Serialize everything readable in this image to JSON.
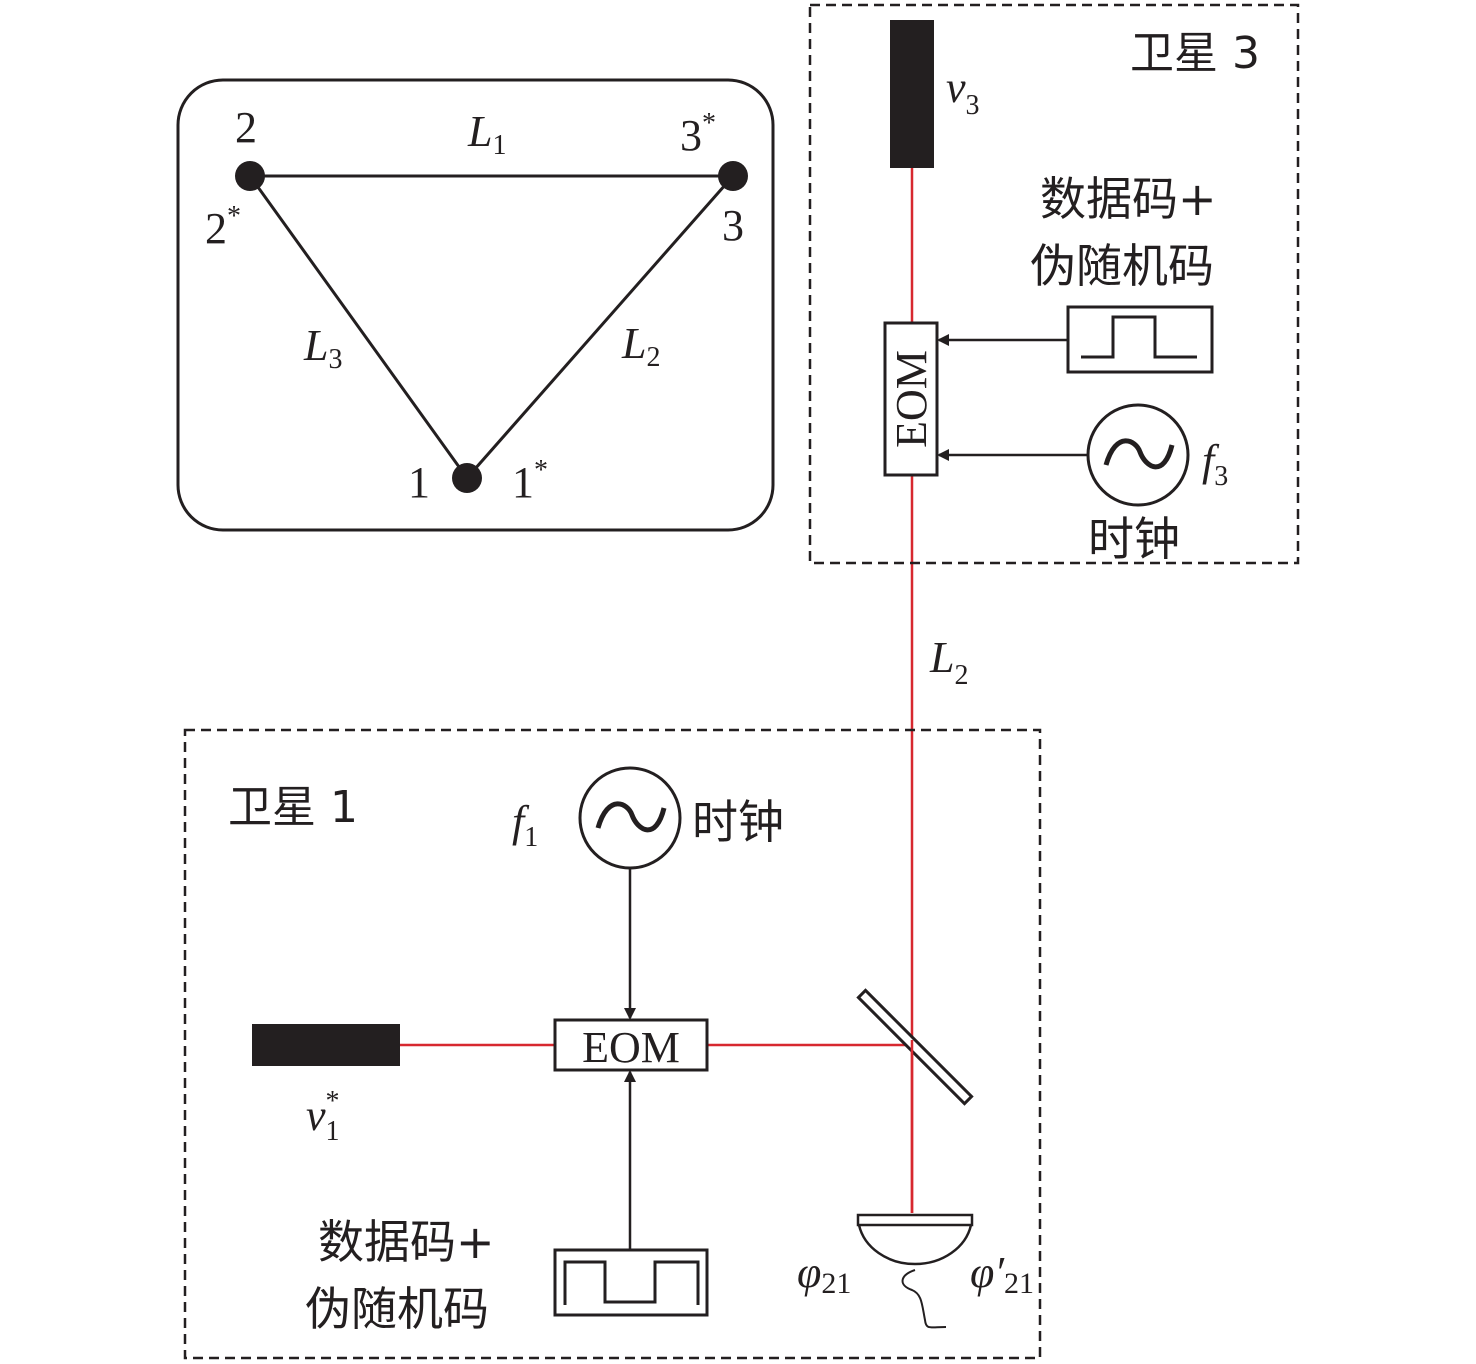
{
  "topology": {
    "links": [
      {
        "label": "L",
        "sub": "1"
      },
      {
        "label": "L",
        "sub": "2"
      },
      {
        "label": "L",
        "sub": "3"
      }
    ],
    "nodes": [
      {
        "label": "2",
        "sup": ""
      },
      {
        "label": "2",
        "sup": "*"
      },
      {
        "label": "3",
        "sup": "*"
      },
      {
        "label": "3",
        "sup": ""
      },
      {
        "label": "1",
        "sup": ""
      },
      {
        "label": "1",
        "sup": "*"
      }
    ]
  },
  "satellite3": {
    "title": "卫星 3",
    "laser": {
      "label": "v",
      "sub": "3"
    },
    "eom": "EOM",
    "code_line1": "数据码+",
    "code_line2": "伪随机码",
    "clock_freq": {
      "label": "f",
      "sub": "3"
    },
    "clock_label": "时钟"
  },
  "link_label": {
    "label": "L",
    "sub": "2"
  },
  "satellite1": {
    "title": "卫星 1",
    "laser": {
      "label": "v",
      "sup": "*",
      "sub": "1"
    },
    "eom": "EOM",
    "code_line1": "数据码+",
    "code_line2": "伪随机码",
    "clock_freq": {
      "label": "f",
      "sub": "1"
    },
    "clock_label": "时钟",
    "phase1": {
      "label": "φ",
      "sub": "21"
    },
    "phase2": {
      "label": "φ′",
      "sub": "21"
    }
  },
  "colors": {
    "beam": "#d7282f",
    "ink": "#231f20"
  }
}
